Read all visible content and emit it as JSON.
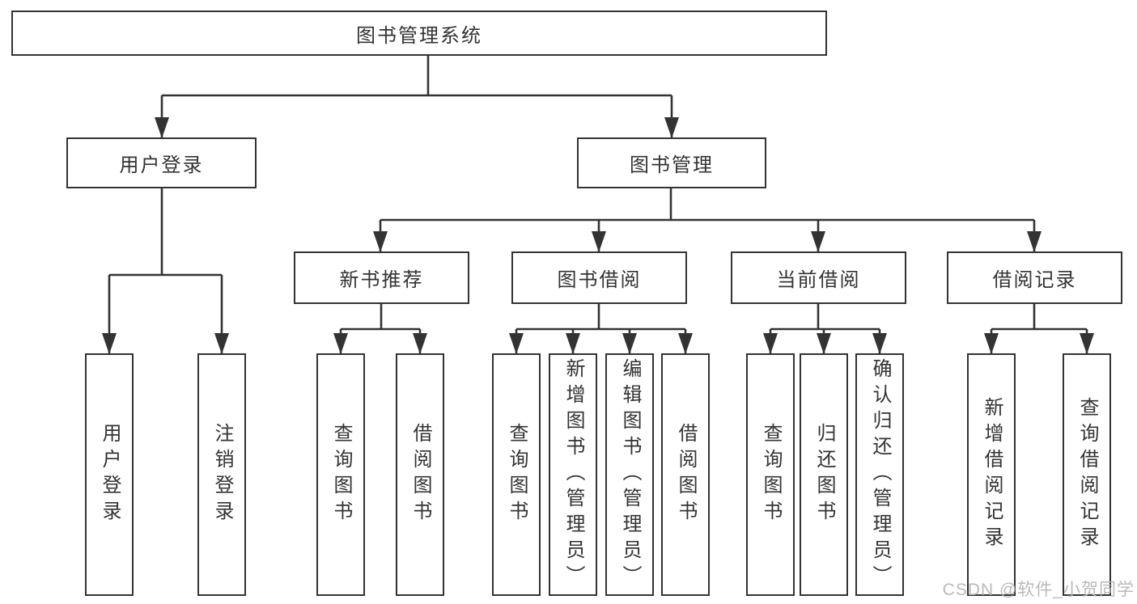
{
  "colors": {
    "background": "#ffffff",
    "line": "#333333",
    "box_border": "#333333",
    "text": "#333333",
    "watermark": "#b4b4b4"
  },
  "diagram": {
    "root": {
      "label": "图书管理系统"
    },
    "level2": [
      {
        "label": "用户登录"
      },
      {
        "label": "图书管理"
      }
    ],
    "level3": [
      {
        "label": "新书推荐"
      },
      {
        "label": "图书借阅"
      },
      {
        "label": "当前借阅"
      },
      {
        "label": "借阅记录"
      }
    ],
    "leaves": [
      {
        "label": "用户登录"
      },
      {
        "label": "注销登录"
      },
      {
        "label": "查询图书"
      },
      {
        "label": "借阅图书"
      },
      {
        "label": "查询图书"
      },
      {
        "label": "新增图书（管理员）"
      },
      {
        "label": "编辑图书（管理员）"
      },
      {
        "label": "借阅图书"
      },
      {
        "label": "查询图书"
      },
      {
        "label": "归还图书"
      },
      {
        "label": "确认归还（管理员）"
      },
      {
        "label": "新增借阅记录"
      },
      {
        "label": "查询借阅记录"
      }
    ]
  },
  "watermark": {
    "text": "CSDN @软件_小贺同学"
  }
}
